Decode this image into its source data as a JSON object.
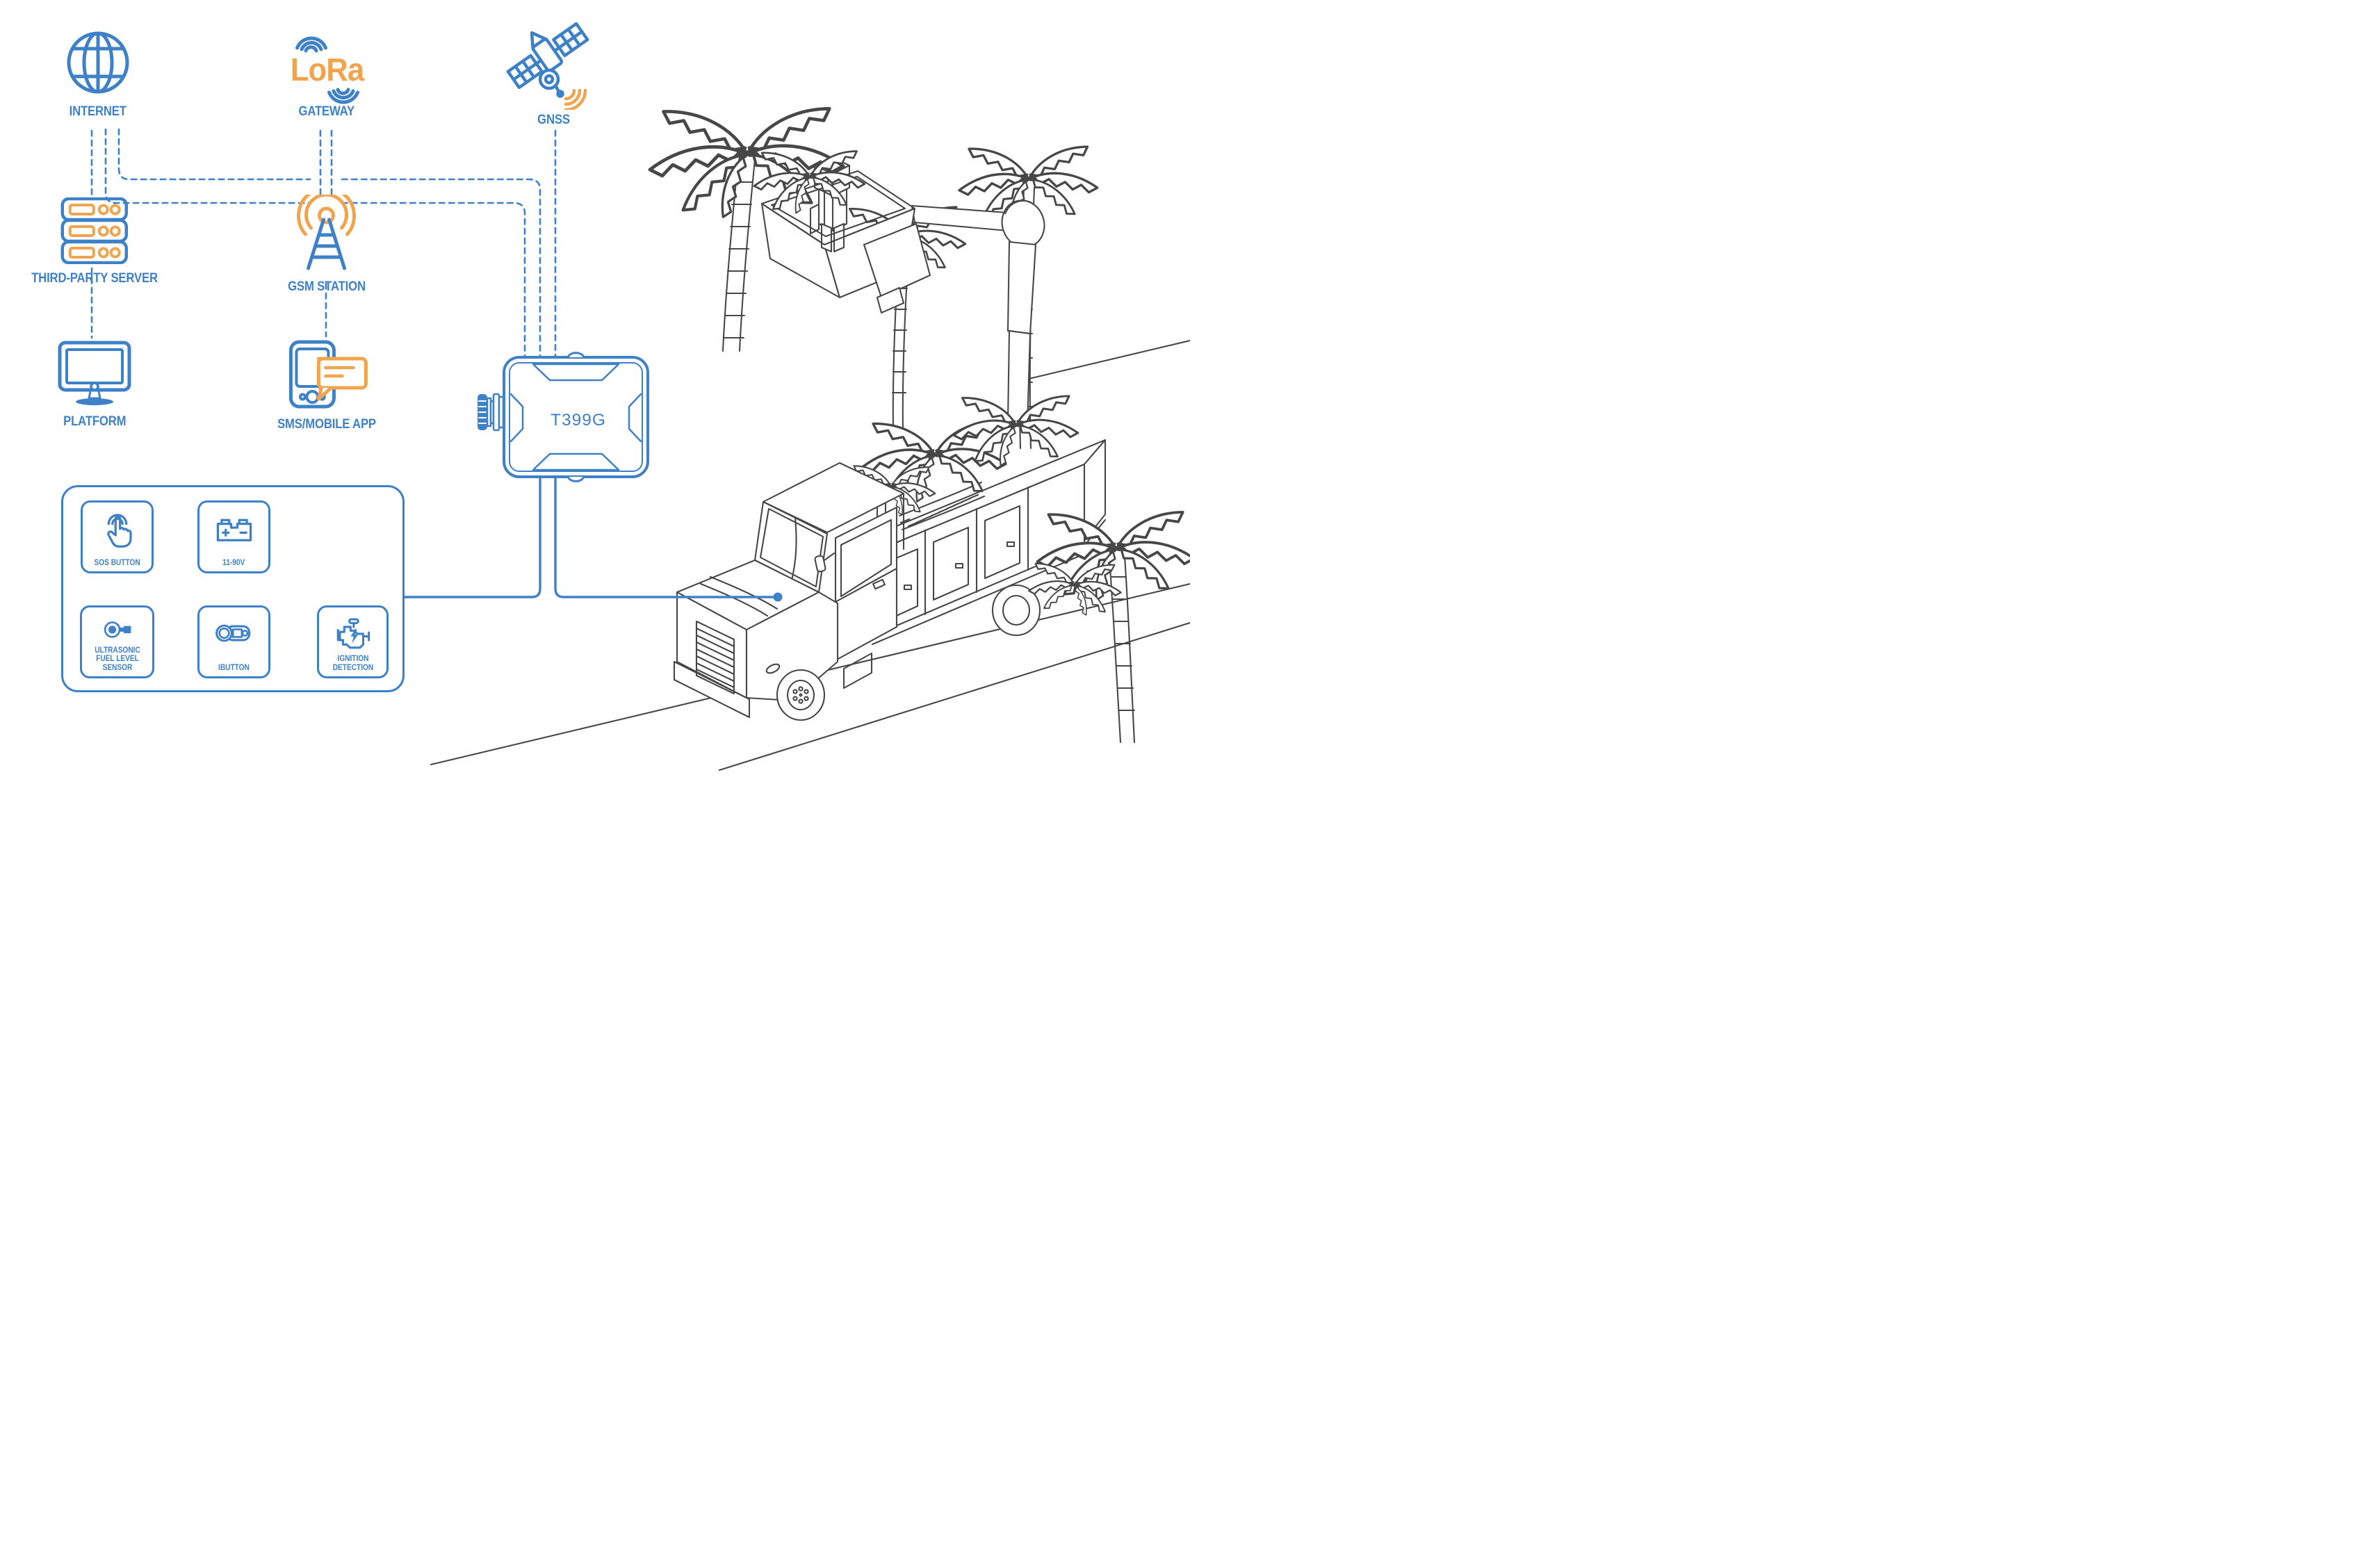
{
  "colors": {
    "accent_blue": "#3e81c7",
    "accent_orange": "#f0a44e",
    "line_art_gray": "#474747"
  },
  "nodes": {
    "internet": {
      "label": "INTERNET",
      "icon": "globe-icon"
    },
    "gateway": {
      "logo_text": "LoRa",
      "label": "GATEWAY",
      "icon": "lora-logo"
    },
    "gnss": {
      "label": "GNSS",
      "icon": "satellite-icon"
    },
    "third_party_server": {
      "label": "THIRD-PARTY SERVER",
      "icon": "server-icon"
    },
    "gsm_station": {
      "label": "GSM STATION",
      "icon": "radio-tower-icon"
    },
    "platform": {
      "label": "PLATFORM",
      "icon": "monitor-icon"
    },
    "sms_mobile_app": {
      "label": "SMS/MOBILE APP",
      "icon": "phone-chat-icon"
    },
    "tracker": {
      "label": "T399G",
      "icon": "tracker-device-icon"
    }
  },
  "sensor_panel": {
    "items": [
      {
        "label": "SOS BUTTON",
        "icon": "touch-finger-icon"
      },
      {
        "label": "11-90V",
        "icon": "battery-icon"
      },
      {
        "label": "ULTRASONIC FUEL LEVEL SENSOR",
        "icon": "fuel-level-sensor-icon"
      },
      {
        "label": "IBUTTON",
        "icon": "ibutton-key-icon"
      },
      {
        "label": "IGNITION DETECTION",
        "icon": "engine-ignition-icon"
      }
    ]
  },
  "scene": {
    "elements": [
      "palm-trees",
      "bucket-lift-with-worker",
      "crane-boom",
      "utility-truck-hauling-palms",
      "road"
    ]
  }
}
